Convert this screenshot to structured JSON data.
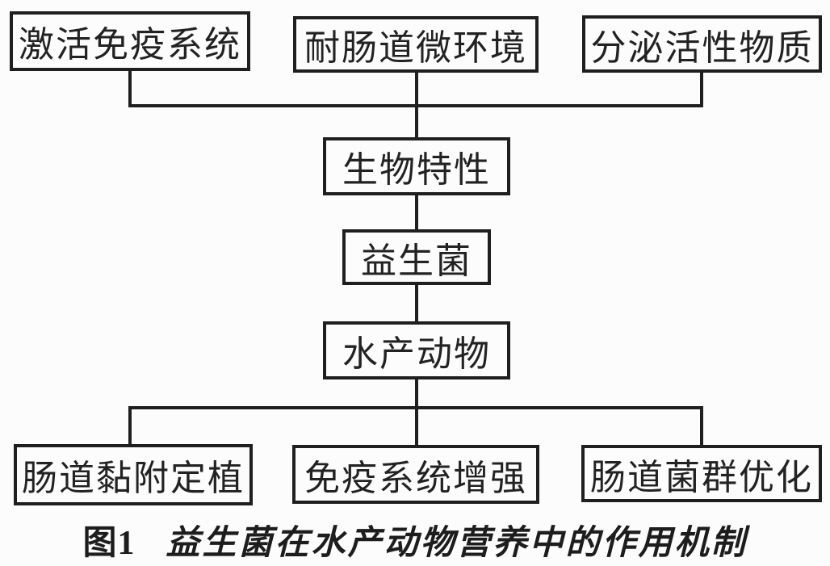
{
  "diagram": {
    "type": "flowchart",
    "language": "zh-CN",
    "colors": {
      "background": "#fcfcfc",
      "line": "#1f1f1f",
      "text": "#222222"
    },
    "nodes": {
      "activate_immune": "激活免疫系统",
      "tolerate_gut_env": "耐肠道微环境",
      "secrete_active": "分泌活性物质",
      "bio_traits": "生物特性",
      "probiotics": "益生菌",
      "aquatic_animals": "水产动物",
      "gut_adhesion": "肠道黏附定植",
      "immune_enhance": "免疫系统增强",
      "flora_optimize": "肠道菌群优化"
    },
    "edges": [
      [
        "activate_immune",
        "bio_traits"
      ],
      [
        "tolerate_gut_env",
        "bio_traits"
      ],
      [
        "secrete_active",
        "bio_traits"
      ],
      [
        "bio_traits",
        "probiotics"
      ],
      [
        "probiotics",
        "aquatic_animals"
      ],
      [
        "aquatic_animals",
        "gut_adhesion"
      ],
      [
        "aquatic_animals",
        "immune_enhance"
      ],
      [
        "aquatic_animals",
        "flora_optimize"
      ]
    ],
    "caption": {
      "label": "图1",
      "title": "益生菌在水产动物营养中的作用机制"
    }
  }
}
